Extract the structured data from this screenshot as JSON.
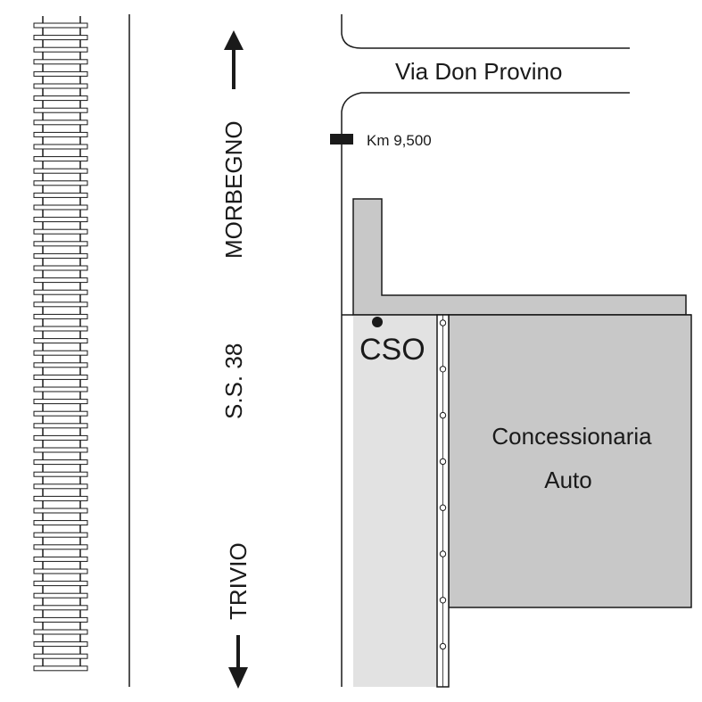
{
  "map": {
    "street_label": "Via Don Provino",
    "km_marker_label": "Km 9,500",
    "road_label": "S.S. 38",
    "direction_north_label": "MORBEGNO",
    "direction_south_label": "TRIVIO",
    "point_label": "CSO",
    "building_label_line1": "Concessionaria",
    "building_label_line2": "Auto"
  },
  "colors": {
    "line": "#1a1a1a",
    "building_fill": "#c8c8c8",
    "yard_fill": "#e2e2e2",
    "rail_fill": "#ffffff"
  },
  "icons": {
    "railway": "railway-track",
    "arrow_up": "arrow-up-icon",
    "arrow_down": "arrow-down-icon",
    "km_marker": "km-marker-icon",
    "point": "point-marker-icon"
  }
}
